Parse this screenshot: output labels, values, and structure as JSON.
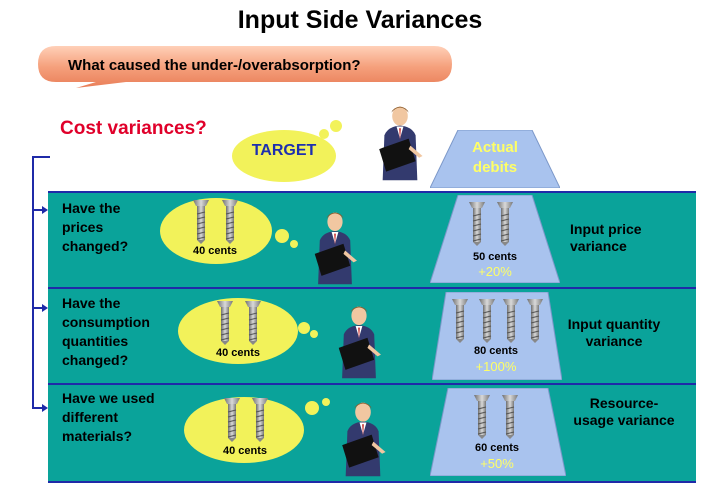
{
  "title": "Input Side Variances",
  "question": "What caused the under-/overabsorption?",
  "cost_variances": "Cost variances?",
  "target_label": "TARGET",
  "actual_label_line1": "Actual",
  "actual_label_line2": "debits",
  "rows": [
    {
      "question_lines": [
        "Have the",
        "prices",
        "changed?"
      ],
      "target_price": "40 cents",
      "actual_price": "50 cents",
      "change": "+20%",
      "variance_lines": [
        "Input price",
        "variance"
      ]
    },
    {
      "question_lines": [
        "Have the",
        "consumption",
        "quantities",
        "changed?"
      ],
      "target_price": "40 cents",
      "actual_price": "80 cents",
      "change": "+100%",
      "variance_lines": [
        "Input quantity",
        "variance"
      ]
    },
    {
      "question_lines": [
        "Have we used",
        "different",
        "materials?"
      ],
      "target_price": "40 cents",
      "actual_price": "60 cents",
      "change": "+50%",
      "variance_lines": [
        "Resource-",
        "usage variance"
      ]
    }
  ],
  "colors": {
    "band": "#0aa39a",
    "band_border": "#1f2aa8",
    "oval": "#f2f25a",
    "trapezoid": "#a9c3ee",
    "highlight_text": "#ffff66",
    "accent_red": "#e0002a",
    "target_text": "#1d2fb0",
    "bubble": "#f5a07c"
  },
  "icons": [
    "screw-icon",
    "person-icon",
    "thought-bubble-icon"
  ]
}
